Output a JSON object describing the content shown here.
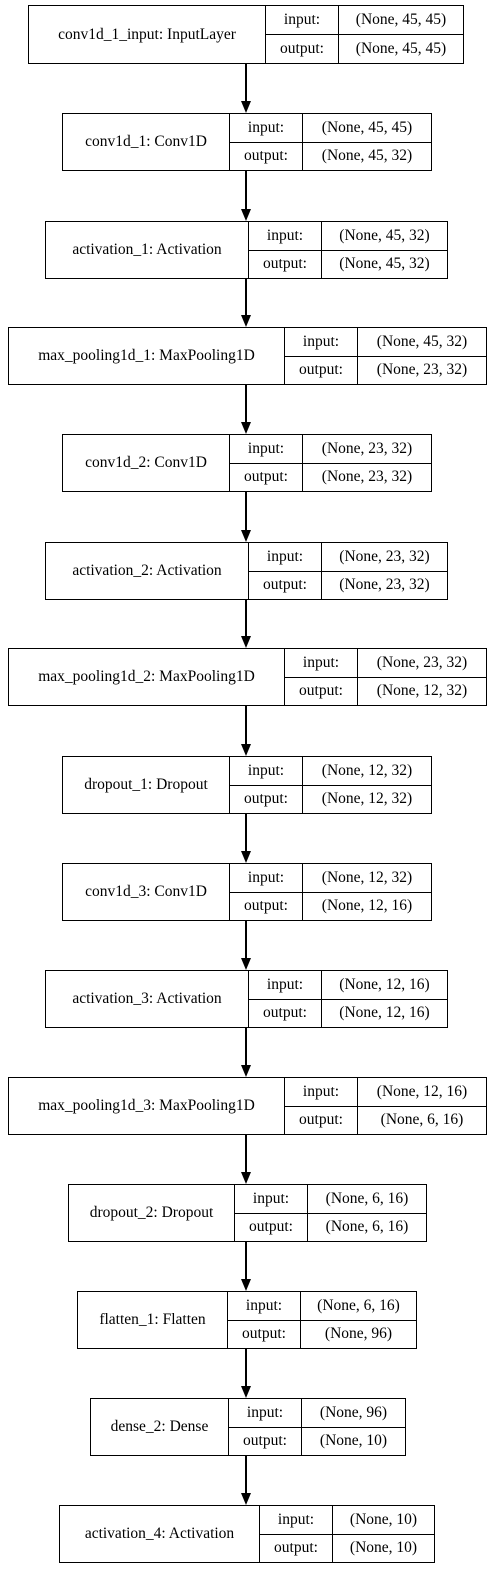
{
  "layers": [
    {
      "name": "conv1d_1_input: InputLayer",
      "input_label": "input:",
      "input": "(None, 45, 45)",
      "output_label": "output:",
      "output": "(None, 45, 45)"
    },
    {
      "name": "conv1d_1: Conv1D",
      "input_label": "input:",
      "input": "(None, 45, 45)",
      "output_label": "output:",
      "output": "(None, 45, 32)"
    },
    {
      "name": "activation_1: Activation",
      "input_label": "input:",
      "input": "(None, 45, 32)",
      "output_label": "output:",
      "output": "(None, 45, 32)"
    },
    {
      "name": "max_pooling1d_1: MaxPooling1D",
      "input_label": "input:",
      "input": "(None, 45, 32)",
      "output_label": "output:",
      "output": "(None, 23, 32)"
    },
    {
      "name": "conv1d_2: Conv1D",
      "input_label": "input:",
      "input": "(None, 23, 32)",
      "output_label": "output:",
      "output": "(None, 23, 32)"
    },
    {
      "name": "activation_2: Activation",
      "input_label": "input:",
      "input": "(None, 23, 32)",
      "output_label": "output:",
      "output": "(None, 23, 32)"
    },
    {
      "name": "max_pooling1d_2: MaxPooling1D",
      "input_label": "input:",
      "input": "(None, 23, 32)",
      "output_label": "output:",
      "output": "(None, 12, 32)"
    },
    {
      "name": "dropout_1: Dropout",
      "input_label": "input:",
      "input": "(None, 12, 32)",
      "output_label": "output:",
      "output": "(None, 12, 32)"
    },
    {
      "name": "conv1d_3: Conv1D",
      "input_label": "input:",
      "input": "(None, 12, 32)",
      "output_label": "output:",
      "output": "(None, 12, 16)"
    },
    {
      "name": "activation_3: Activation",
      "input_label": "input:",
      "input": "(None, 12, 16)",
      "output_label": "output:",
      "output": "(None, 12, 16)"
    },
    {
      "name": "max_pooling1d_3: MaxPooling1D",
      "input_label": "input:",
      "input": "(None, 12, 16)",
      "output_label": "output:",
      "output": "(None, 6, 16)"
    },
    {
      "name": "dropout_2: Dropout",
      "input_label": "input:",
      "input": "(None, 6, 16)",
      "output_label": "output:",
      "output": "(None, 6, 16)"
    },
    {
      "name": "flatten_1: Flatten",
      "input_label": "input:",
      "input": "(None, 6, 16)",
      "output_label": "output:",
      "output": "(None, 96)"
    },
    {
      "name": "dense_2: Dense",
      "input_label": "input:",
      "input": "(None, 96)",
      "output_label": "output:",
      "output": "(None, 10)"
    },
    {
      "name": "activation_4: Activation",
      "input_label": "input:",
      "input": "(None, 10)",
      "output_label": "output:",
      "output": "(None, 10)"
    }
  ]
}
